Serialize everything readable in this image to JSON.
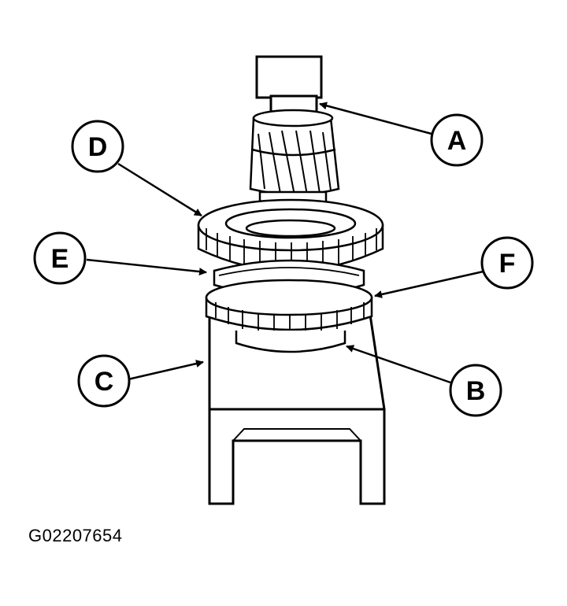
{
  "figure_id": "G02207654",
  "callouts": {
    "a": "A",
    "b": "B",
    "c": "C",
    "d": "D",
    "e": "E",
    "f": "F"
  },
  "colors": {
    "ink": "#000000",
    "paper": "#ffffff"
  }
}
